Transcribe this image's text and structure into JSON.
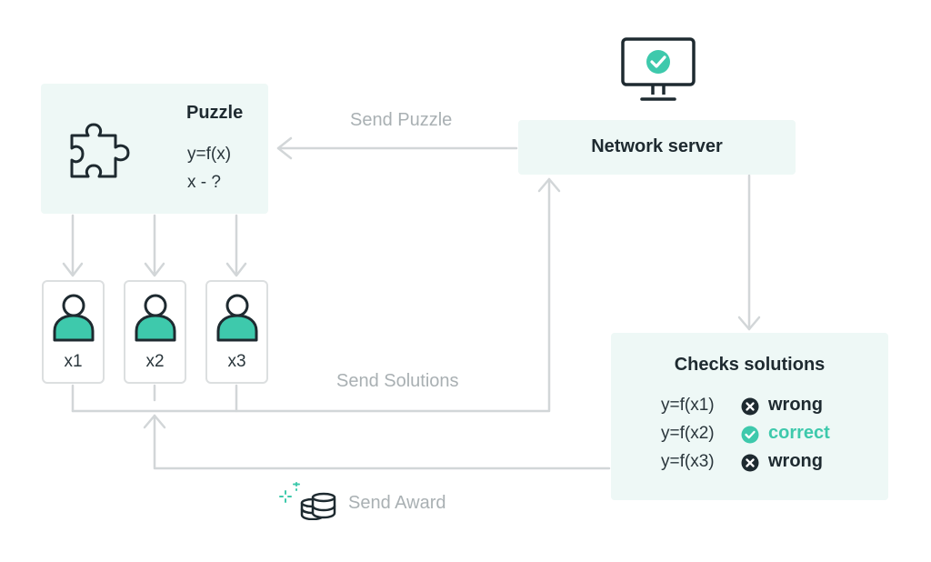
{
  "puzzle": {
    "title": "Puzzle",
    "line1": "y=f(x)",
    "line2": "x - ?"
  },
  "users": [
    {
      "label": "x1"
    },
    {
      "label": "x2"
    },
    {
      "label": "x3"
    }
  ],
  "server": {
    "label": "Network server"
  },
  "edges": {
    "send_puzzle": "Send Puzzle",
    "send_solutions": "Send Solutions",
    "send_award": "Send Award"
  },
  "checks": {
    "title": "Checks solutions",
    "rows": [
      {
        "expr": "y=f(x1)",
        "result": "wrong",
        "status": "wrong"
      },
      {
        "expr": "y=f(x2)",
        "result": "correct",
        "status": "correct"
      },
      {
        "expr": "y=f(x3)",
        "result": "wrong",
        "status": "wrong"
      }
    ]
  },
  "colors": {
    "accent": "#3ec9ac",
    "dark": "#1e2a30",
    "line": "#d2d6d8",
    "box": "#eef8f6"
  },
  "icons": [
    "puzzle-piece-icon",
    "user-icon",
    "monitor-check-icon",
    "x-circle-icon",
    "check-circle-icon",
    "sparkle-icon",
    "coins-icon"
  ]
}
